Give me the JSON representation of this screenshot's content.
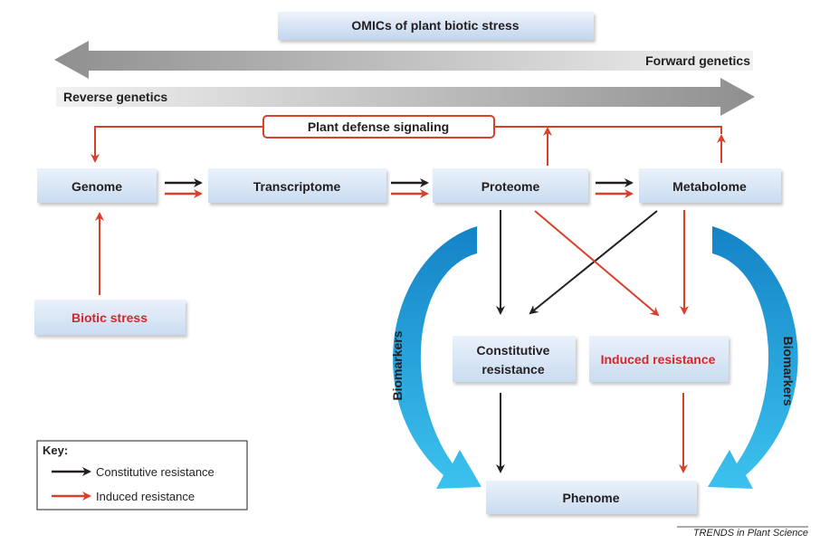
{
  "title": "OMICs of plant biotic stress",
  "forward_genetics": "Forward genetics",
  "reverse_genetics": "Reverse genetics",
  "signaling": "Plant defense signaling",
  "nodes": {
    "genome": "Genome",
    "transcriptome": "Transcriptome",
    "proteome": "Proteome",
    "metabolome": "Metabolome",
    "biotic_stress": "Biotic stress",
    "constitutive_line1": "Constitutive",
    "constitutive_line2": "resistance",
    "induced": "Induced resistance",
    "phenome": "Phenome"
  },
  "biomarkers_left": "Biomarkers",
  "biomarkers_right": "Biomarkers",
  "key": {
    "title": "Key:",
    "constitutive": "Constitutive resistance",
    "induced": "Induced resistance"
  },
  "credit": "TRENDS in Plant Science",
  "colors": {
    "black_arrow": "#231f20",
    "red_arrow": "#d7402b",
    "red_text": "#d7262b",
    "biomarker_blue": "#1aa3de"
  }
}
